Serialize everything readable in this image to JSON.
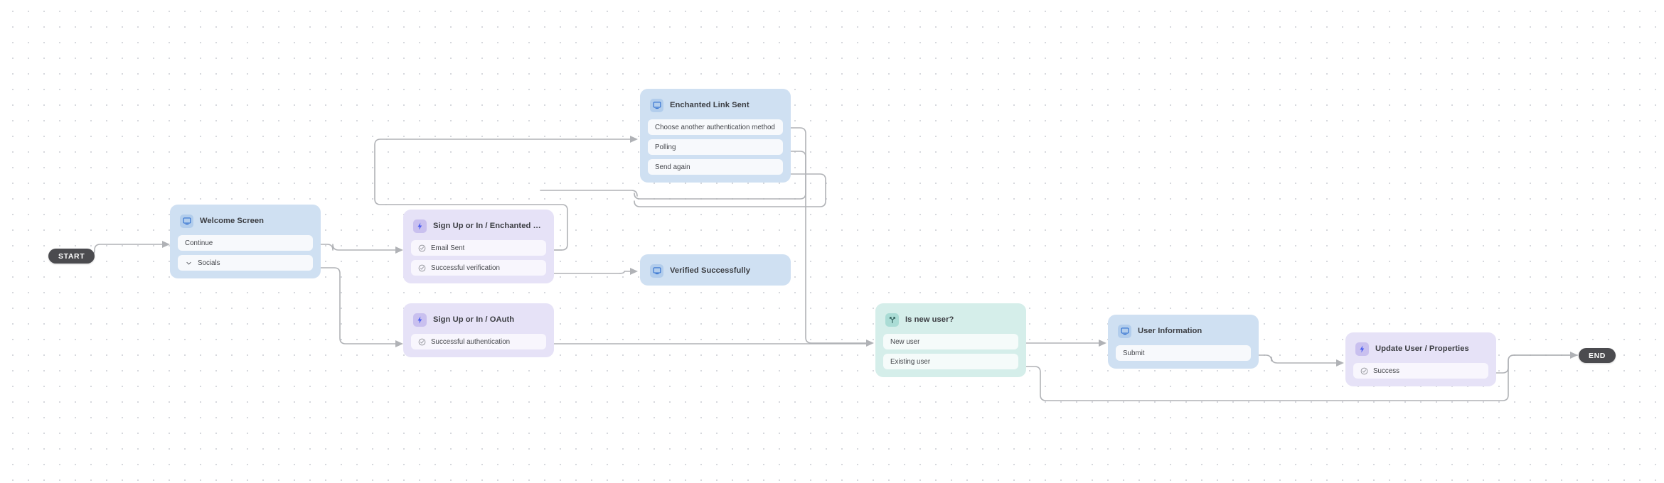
{
  "canvas": {
    "background_color": "#ffffff",
    "dot_color": "#d6d8dd",
    "edge_color": "#b0b2b6"
  },
  "terminals": {
    "start": {
      "label": "START",
      "color": "#4b4b4f"
    },
    "end": {
      "label": "END",
      "color": "#4b4b4f"
    }
  },
  "nodes": [
    {
      "id": "welcome-screen",
      "title": "Welcome Screen",
      "type": "screen",
      "icon": "screen-icon",
      "color": "#cfe0f2",
      "rows": [
        {
          "label": "Continue",
          "icon": "none"
        },
        {
          "label": "Socials",
          "icon": "chevron-down-icon"
        }
      ]
    },
    {
      "id": "sign-up-or-in-enchanted-link",
      "title": "Sign Up or In / Enchanted Link / …",
      "type": "action",
      "icon": "bolt-icon",
      "color": "#e6e2f7",
      "rows": [
        {
          "label": "Email Sent",
          "icon": "check-circle-icon"
        },
        {
          "label": "Successful verification",
          "icon": "check-circle-icon"
        }
      ]
    },
    {
      "id": "enchanted-link-sent",
      "title": "Enchanted Link Sent",
      "type": "screen",
      "icon": "screen-icon",
      "color": "#cfe0f2",
      "rows": [
        {
          "label": "Choose another authentication method",
          "icon": "none"
        },
        {
          "label": "Polling",
          "icon": "none"
        },
        {
          "label": "Send again",
          "icon": "none"
        }
      ]
    },
    {
      "id": "verified-successfully",
      "title": "Verified Successfully",
      "type": "screen",
      "icon": "screen-icon",
      "color": "#cfe0f2",
      "rows": []
    },
    {
      "id": "sign-up-or-in-oauth",
      "title": "Sign Up or In / OAuth",
      "type": "action",
      "icon": "bolt-icon",
      "color": "#e6e2f7",
      "rows": [
        {
          "label": "Successful authentication",
          "icon": "check-circle-icon"
        }
      ]
    },
    {
      "id": "is-new-user",
      "title": "Is new user?",
      "type": "condition",
      "icon": "branch-icon",
      "color": "#d5eeea",
      "rows": [
        {
          "label": "New user",
          "icon": "none"
        },
        {
          "label": "Existing user",
          "icon": "none"
        }
      ]
    },
    {
      "id": "user-information",
      "title": "User Information",
      "type": "screen",
      "icon": "screen-icon",
      "color": "#cfe0f2",
      "rows": [
        {
          "label": "Submit",
          "icon": "none"
        }
      ]
    },
    {
      "id": "update-user-properties",
      "title": "Update User / Properties",
      "type": "action",
      "icon": "bolt-icon",
      "color": "#e6e2f7",
      "rows": [
        {
          "label": "Success",
          "icon": "check-circle-icon"
        }
      ]
    }
  ]
}
